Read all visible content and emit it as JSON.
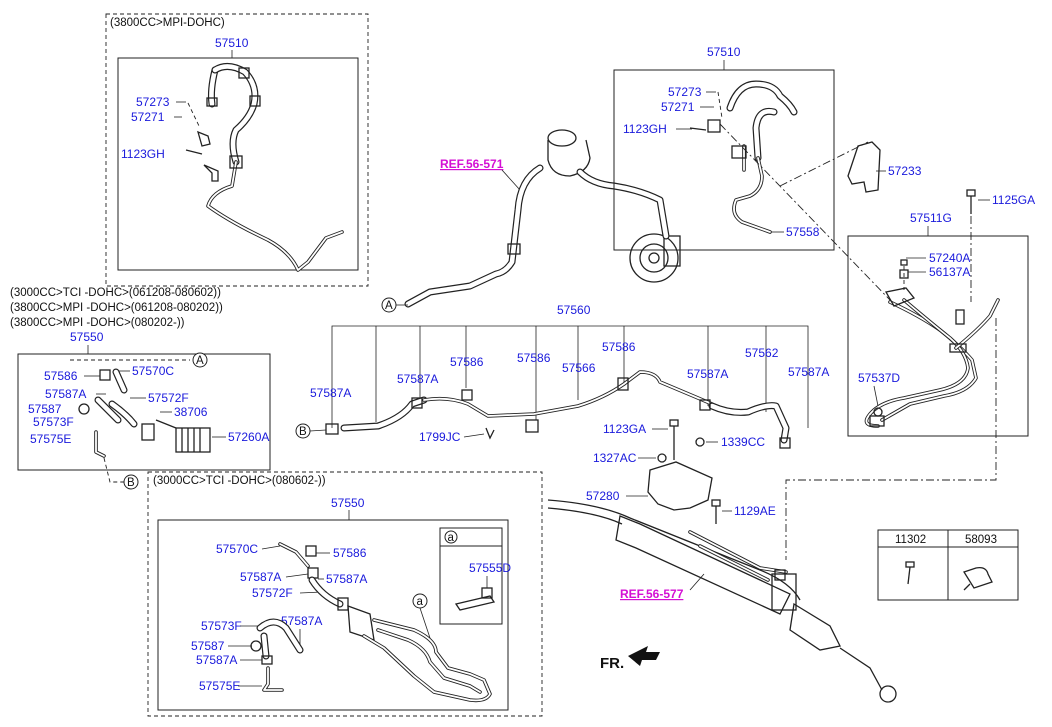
{
  "variants": {
    "v1": "(3800CC>MPI-DOHC)",
    "v2a": "(3000CC>TCI -DOHC>(061208-080602))",
    "v2b": "(3800CC>MPI -DOHC>(061208-080202))",
    "v2c": "(3800CC>MPI -DOHC>(080202-))",
    "v3": "(3000CC>TCI -DOHC>(080602-))"
  },
  "refs": {
    "r1": "REF.56-571",
    "r2": "REF.56-577"
  },
  "front_label": "FR.",
  "callouts": {
    "a": "A",
    "b": "B",
    "sub": "a"
  },
  "parts": {
    "p57510": "57510",
    "p57273": "57273",
    "p57271": "57271",
    "p1123GH": "1123GH",
    "p57233": "57233",
    "p1125GA": "1125GA",
    "p57511G": "57511G",
    "p57558": "57558",
    "p57240A": "57240A",
    "p56137A": "56137A",
    "p57537D": "57537D",
    "p57550": "57550",
    "p57586": "57586",
    "p57570C": "57570C",
    "p57587A": "57587A",
    "p57572F": "57572F",
    "p57587": "57587",
    "p38706": "38706",
    "p57573F": "57573F",
    "p57260A": "57260A",
    "p57575E": "57575E",
    "p57560": "57560",
    "p57566": "57566",
    "p57562": "57562",
    "p1799JC": "1799JC",
    "p1123GA": "1123GA",
    "p1339CC": "1339CC",
    "p1327AC": "1327AC",
    "p57280": "57280",
    "p1129AE": "1129AE",
    "p57555D": "57555D"
  },
  "legend_table": {
    "headers": [
      "11302",
      "58093"
    ]
  }
}
